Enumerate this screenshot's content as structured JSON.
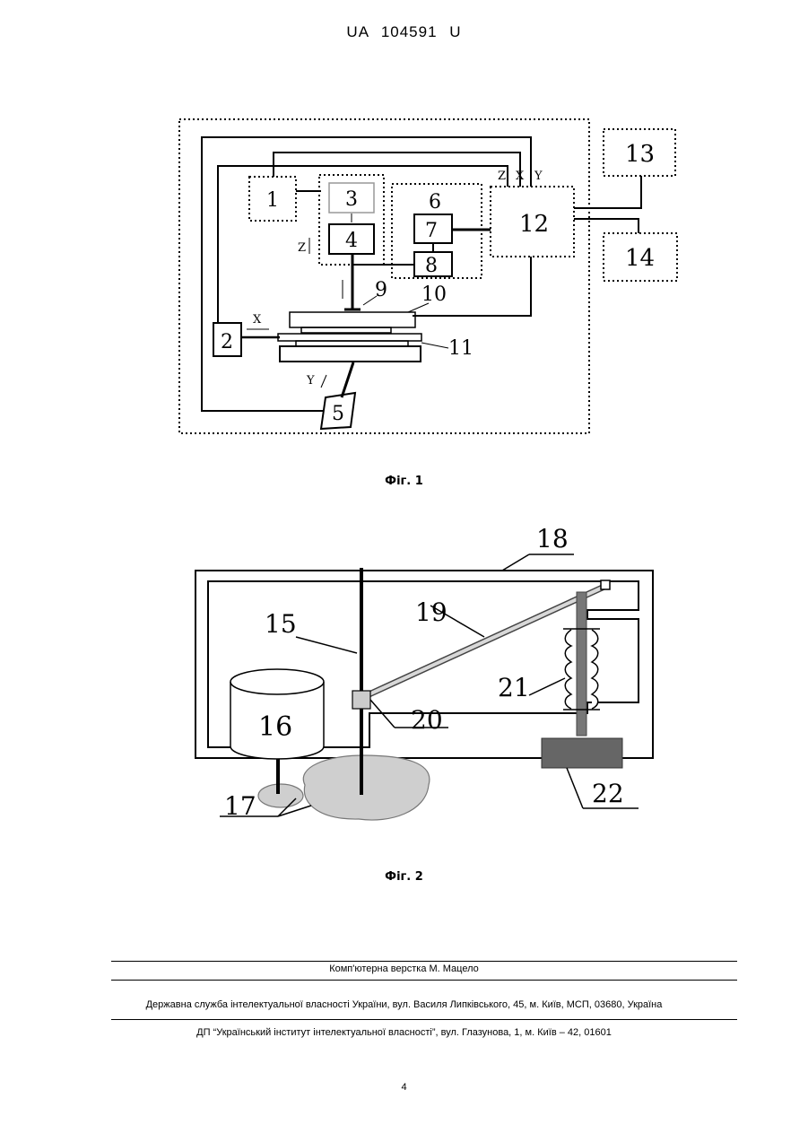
{
  "header": {
    "patent_number": "UA   104591   U"
  },
  "fig1": {
    "caption": "Фіг. 1",
    "blocks": [
      "1",
      "2",
      "3",
      "4",
      "5",
      "6",
      "7",
      "8",
      "12",
      "13",
      "14"
    ],
    "callouts": [
      "9",
      "10",
      "11"
    ],
    "axes": {
      "z_top": "Z",
      "x_top": "X",
      "y_top": "Y",
      "z_side": "Z",
      "x_side": "X",
      "y_side": "Y"
    }
  },
  "fig2": {
    "caption": "Фіг. 2",
    "labels": [
      "15",
      "16",
      "17",
      "18",
      "19",
      "20",
      "21",
      "22"
    ]
  },
  "footer": {
    "layout_credit": "Комп'ютерна верстка М. Мацело",
    "agency": "Державна служба інтелектуальної власності України, вул. Василя Липківського, 45, м. Київ, МСП, 03680, Україна",
    "institute": "ДП “Український інститут інтелектуальної власності”, вул. Глазунова, 1, м. Київ – 42, 01601"
  },
  "page_number": "4"
}
